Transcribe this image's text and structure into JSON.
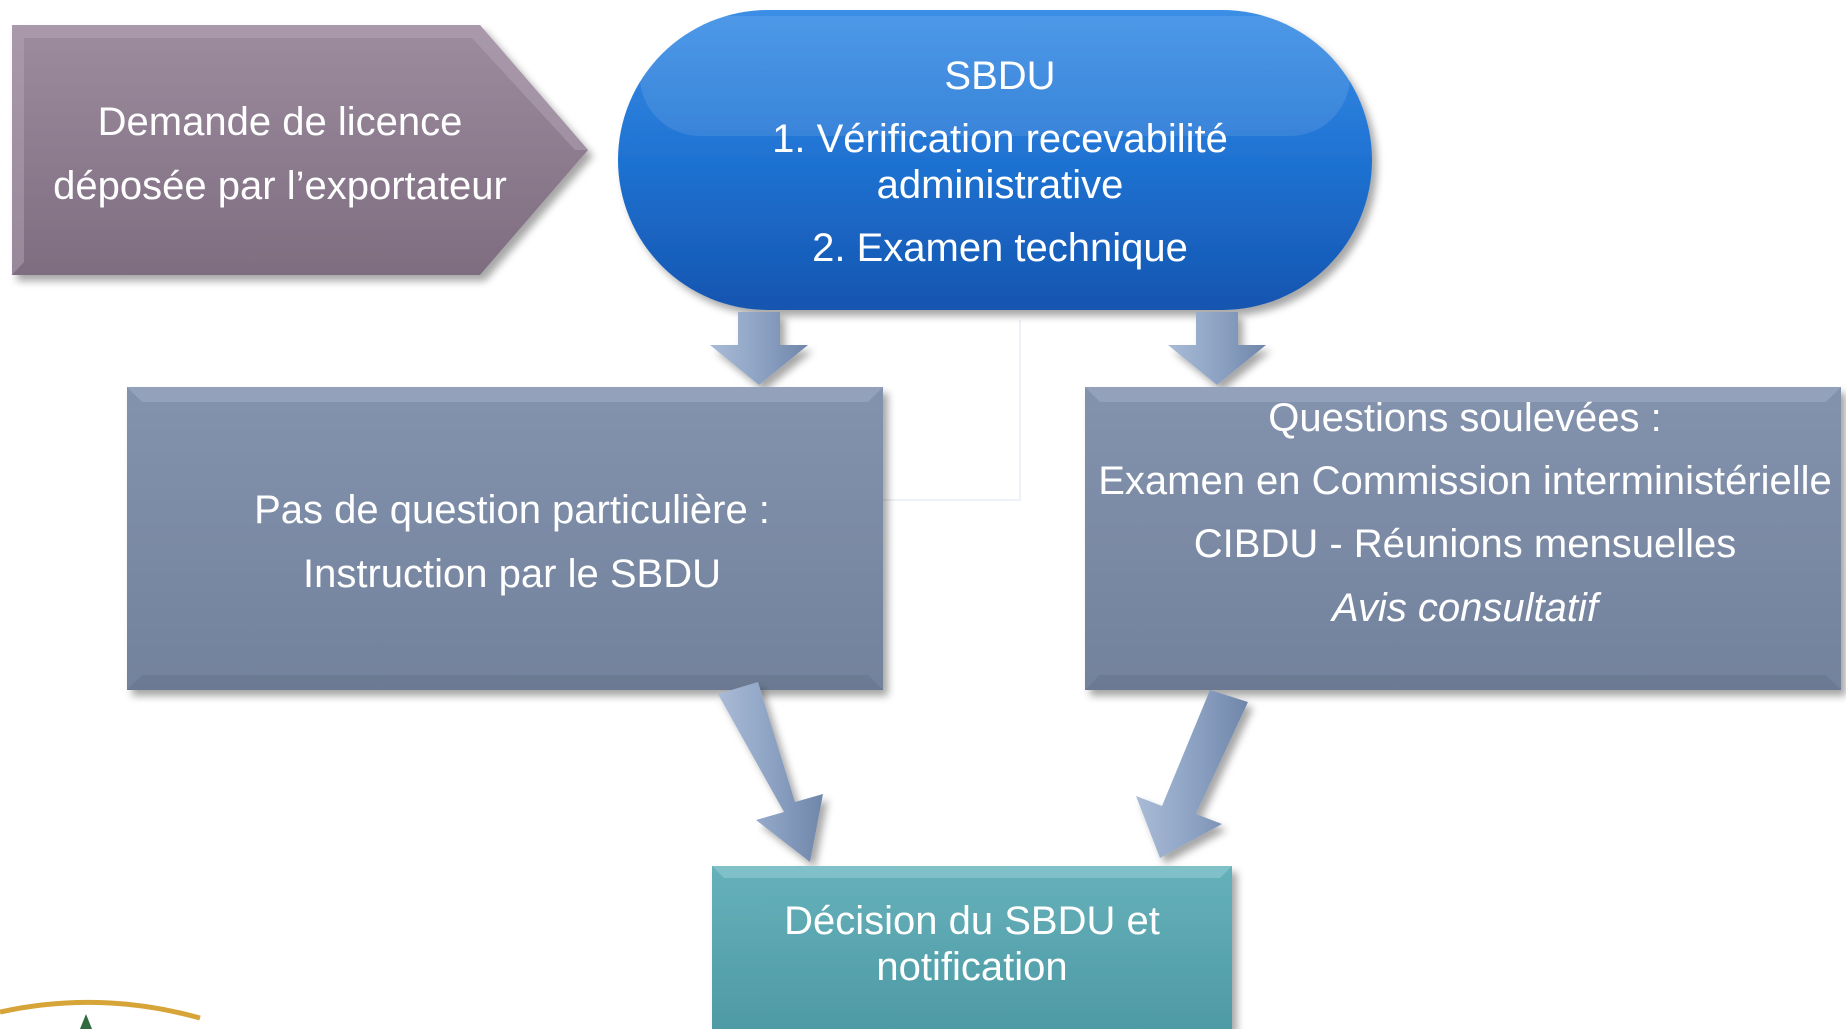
{
  "request": {
    "line1": "Demande de licence",
    "line2": "déposée par l’exportateur"
  },
  "sbdu_box": {
    "title": "SBDU",
    "step1": "1. Vérification recevabilité administrative",
    "step2": "2. Examen technique"
  },
  "left_box": {
    "line1": "Pas de question particulière :",
    "line2": "Instruction par le SBDU"
  },
  "right_box": {
    "line1": "Questions soulevées :",
    "line2": "Examen en Commission interministérielle",
    "line3": "CIBDU - Réunions mensuelles",
    "line4": "Avis consultatif"
  },
  "decision_box": {
    "text": "Décision du SBDU et notification"
  },
  "colors": {
    "request_fill": "#8c7b8e",
    "sbdu_fill": "#1f6fd0",
    "process_fill": "#7f8ea8",
    "decision_fill": "#5aa6b0",
    "arrow_fill": "#8ea3c4"
  }
}
